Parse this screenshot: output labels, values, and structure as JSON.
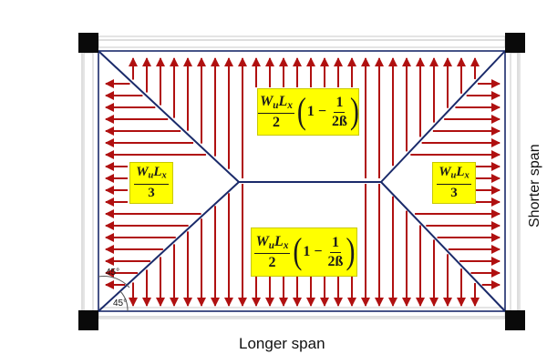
{
  "labels": {
    "top_panel": {
      "numerator": "W",
      "numerator_sub1": "u",
      "numerator_mid": "L",
      "numerator_sub2": "x",
      "denominator": "2",
      "bracket_one": "1",
      "bracket_frac_num": "1",
      "bracket_frac_den": "2ß"
    },
    "bottom_panel": {
      "numerator": "W",
      "numerator_sub1": "u",
      "numerator_mid": "L",
      "numerator_sub2": "x",
      "denominator": "2",
      "bracket_one": "1",
      "bracket_frac_num": "1",
      "bracket_frac_den": "2ß"
    },
    "left_panel": {
      "numerator": "W",
      "numerator_sub1": "u",
      "numerator_mid": "L",
      "numerator_sub2": "x",
      "denominator": "3"
    },
    "right_panel": {
      "numerator": "W",
      "numerator_sub1": "u",
      "numerator_mid": "L",
      "numerator_sub2": "x",
      "denominator": "3"
    }
  },
  "angles": {
    "upper": "45°",
    "lower": "45°"
  },
  "captions": {
    "bottom": "Longer span",
    "right": "Shorter span"
  },
  "colors": {
    "arrow": "#b01010",
    "yield_line": "#1a2a6a",
    "label_bg": "#ffff00",
    "column": "#0a0a0a"
  }
}
